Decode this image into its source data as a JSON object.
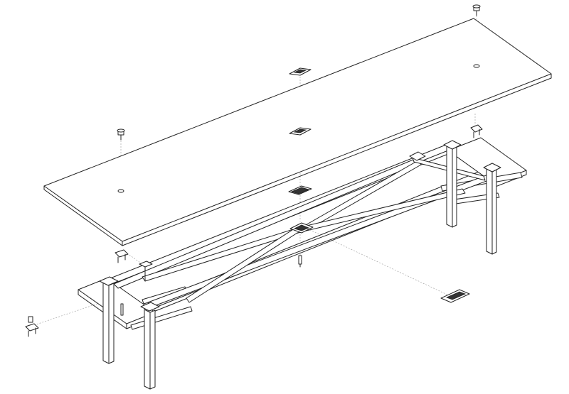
{
  "drawing": {
    "style": "exploded axonometric line drawing",
    "colors": {
      "line": "#222222",
      "guide": "#9a9a9a",
      "background": "#ffffff"
    },
    "parts": [
      "table-top-panel",
      "base-frame",
      "diagonal-cross-braces",
      "legs",
      "center-brackets",
      "corner-clamps",
      "bolts"
    ]
  }
}
